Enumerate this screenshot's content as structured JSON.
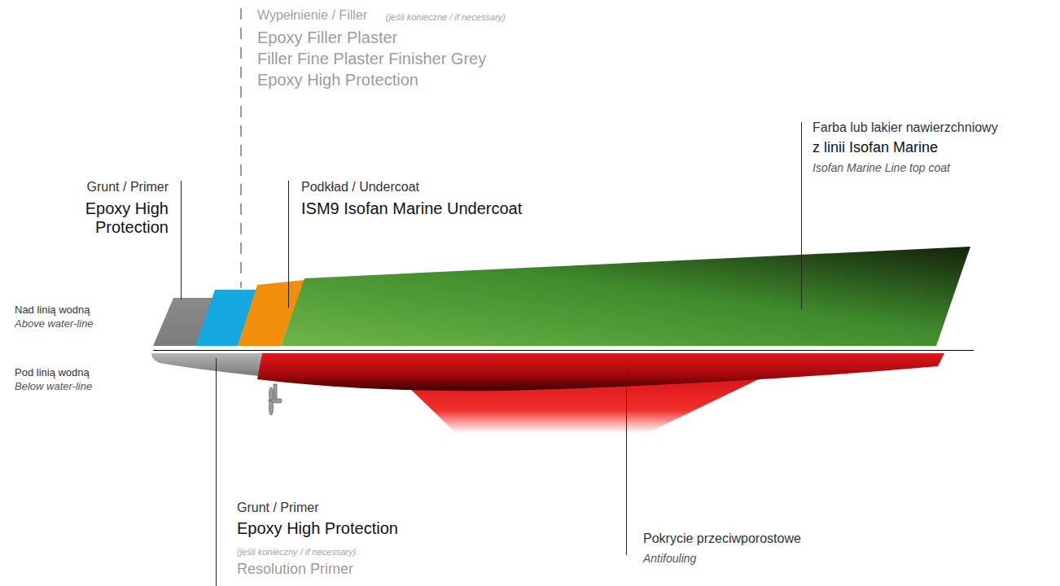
{
  "diagram": {
    "labels": [
      "Wypełnienie / Filler",
      "(jeśli konieczne / if necessary)",
      "Epoxy Filler Plaster",
      "Filler Fine Plaster Finisher Grey",
      "Epoxy High Protection",
      "Grunt / Primer",
      "Epoxy High Protection",
      "Podkład / Undercoat",
      "ISM9 Isofan Marine Undercoat",
      "Farba lub lakier nawierzchniowy",
      "z linii Isofan Marine",
      "Isofan Marine Line top coat",
      "Nad linią wodną",
      "Above water-line",
      "Pod linią wodną",
      "Below water-line",
      "Grunt / Primer",
      "Epoxy High Protection",
      "(jeśli konieczny / if necessary)",
      "Resolution Primer",
      "Pokrycie przeciwporostowe",
      "Antifouling"
    ]
  }
}
